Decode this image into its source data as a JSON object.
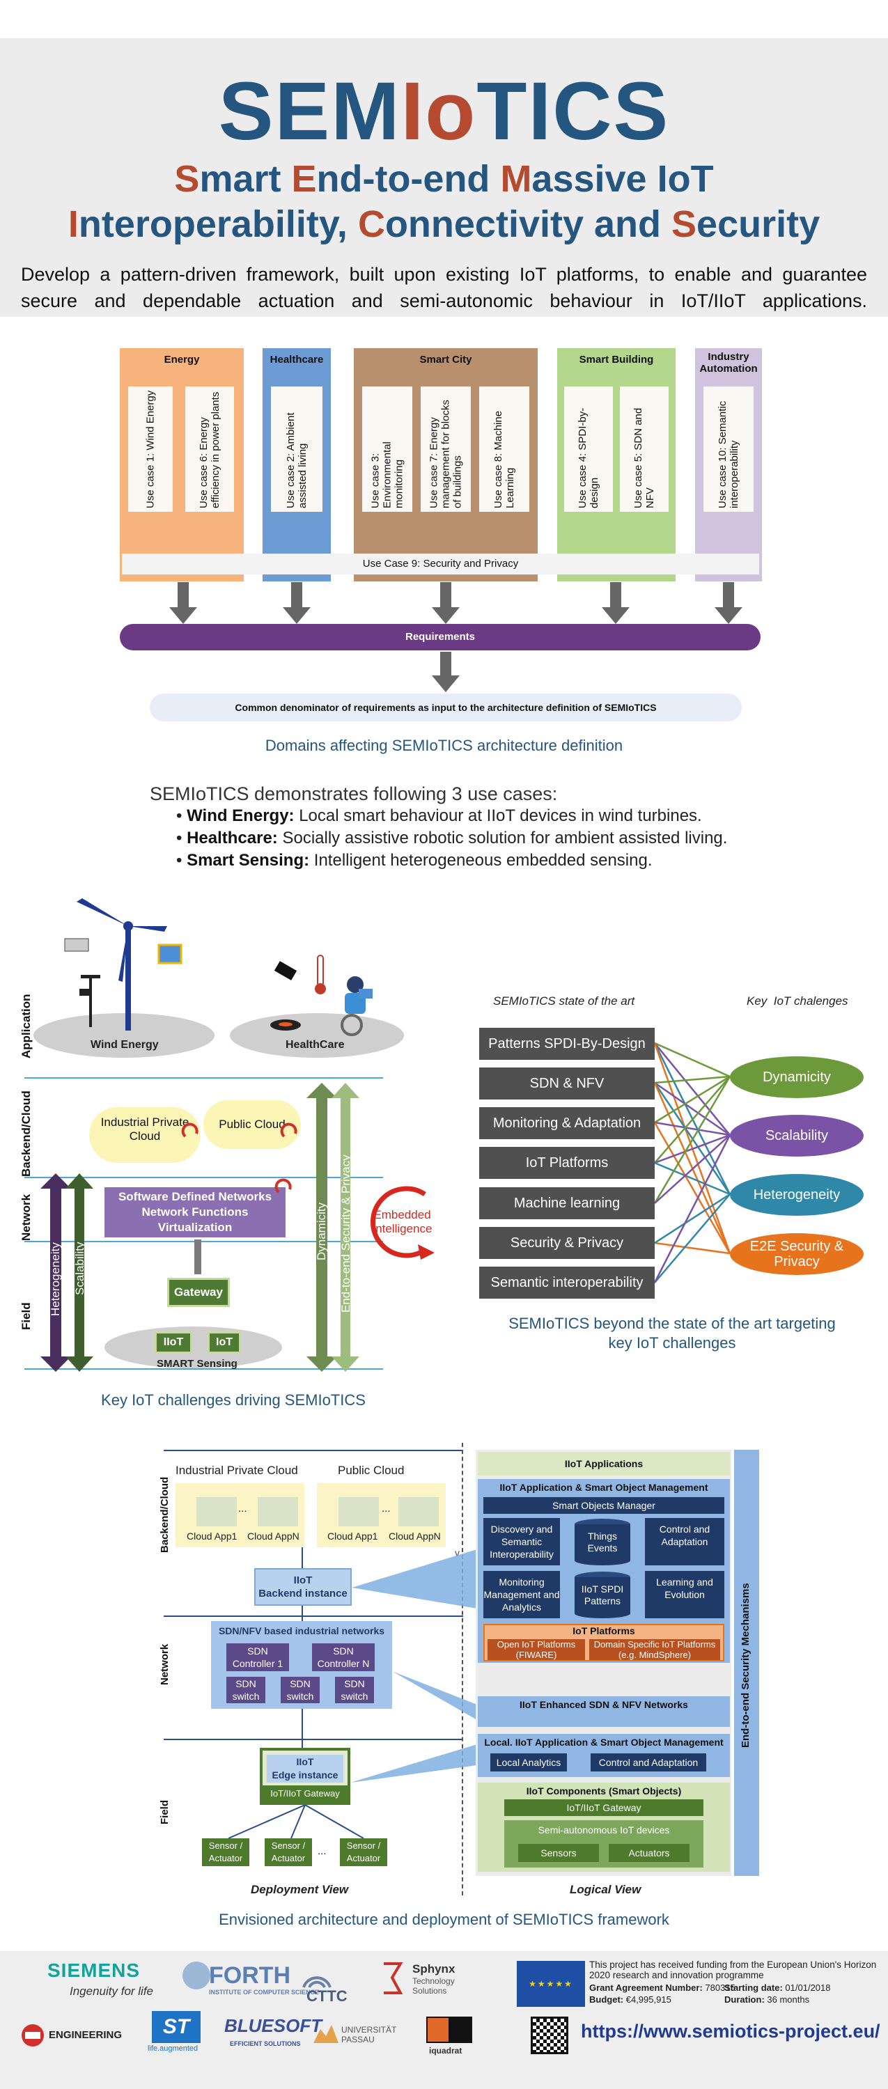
{
  "header": {
    "logo_left": "SEM",
    "logo_mid": "Io",
    "logo_right": "TICS",
    "title_line1": [
      {
        "text": "S",
        "accent": true
      },
      {
        "text": "mart ",
        "accent": false
      },
      {
        "text": "E",
        "accent": true
      },
      {
        "text": "nd-to-end ",
        "accent": false
      },
      {
        "text": "M",
        "accent": true
      },
      {
        "text": "assive ",
        "accent": false
      },
      {
        "text": "IoT",
        "accent": false
      }
    ],
    "title_line2": [
      {
        "text": "I",
        "accent": true
      },
      {
        "text": "nteroperability, ",
        "accent": false
      },
      {
        "text": "C",
        "accent": true
      },
      {
        "text": "onnectivity and ",
        "accent": false
      },
      {
        "text": "S",
        "accent": true
      },
      {
        "text": "ecurity",
        "accent": false
      }
    ],
    "intro": "Develop a pattern-driven framework, built upon existing IoT platforms, to enable and guarantee secure and dependable actuation and semi-autonomic behaviour in IoT/IIoT applications."
  },
  "colors": {
    "brand_blue": "#24567f",
    "brand_red": "#b44a2f",
    "energy": "#f6b37c",
    "healthcare": "#6d9bd3",
    "smart_city": "#b8906d",
    "smart_building": "#b3d88c",
    "industry": "#cfc3dd",
    "requirements": "#6a3a85"
  },
  "domains": [
    {
      "name": "Energy",
      "cases": [
        "Use case 1: Wind Energy",
        "Use case 6: Energy efficiency in power plants"
      ]
    },
    {
      "name": "Healthcare",
      "cases": [
        "Use case 2: Ambient assisted living"
      ]
    },
    {
      "name": "Smart City",
      "cases": [
        "Use case 3: Environmental monitoring",
        "Use case 7: Energy management for blocks of buildings",
        "Use case 8: Machine Learning"
      ]
    },
    {
      "name": "Smart Building",
      "cases": [
        "Use case 4: SPDI-by-design",
        "Use case 5: SDN and NFV"
      ]
    },
    {
      "name": "Industry Automation",
      "cases": [
        "Use case 10: Semantic interoperability"
      ]
    }
  ],
  "use_case_9": "Use Case 9: Security and Privacy",
  "requirements": "Requirements",
  "common_denominator": "Common denominator of requirements as input to the architecture definition of SEMIoTICS",
  "caption_domains": "Domains affecting SEMIoTICS architecture definition",
  "demo": {
    "intro": "SEMIoTICS demonstrates following 3 use cases:",
    "items": [
      {
        "bold": "Wind Energy:",
        "text": " Local smart behaviour at IIoT devices in wind turbines."
      },
      {
        "bold": "Healthcare:",
        "text": " Socially assistive robotic solution for ambient assisted living."
      },
      {
        "bold": "Smart Sensing:",
        "text": " Intelligent heterogeneous embedded sensing."
      }
    ]
  },
  "left_diagram": {
    "layers": [
      "Application",
      "Backend/Cloud",
      "Network",
      "Field"
    ],
    "wind_energy": "Wind Energy",
    "healthcare": "HealthCare",
    "industrial_cloud": "Industrial Private Cloud",
    "public_cloud": "Public Cloud",
    "sdn": "Software Defined Networks Network Functions Virtualization",
    "embedded": "Embedded Intelligence",
    "gateway": "Gateway",
    "iiot": "IIoT",
    "iot": "IoT",
    "smart_sensing": "SMART Sensing",
    "arrows": [
      "Heterogeneity",
      "Scalability",
      "Dynamicity",
      "End-to-end Security & Privacy"
    ],
    "caption": "Key IoT challenges driving SEMIoTICS"
  },
  "right_diagram": {
    "col1_title": "SEMIoTICS state of the art",
    "col2_title": "Key  IoT chalenges",
    "state_of_art": [
      "Patterns SPDI-By-Design",
      "SDN & NFV",
      "Monitoring & Adaptation",
      "IoT Platforms",
      "Machine learning",
      "Security & Privacy",
      "Semantic interoperability"
    ],
    "challenges": [
      {
        "name": "Dynamicity",
        "color": "#6c9a3a"
      },
      {
        "name": "Scalability",
        "color": "#7a52a6"
      },
      {
        "name": "Heterogeneity",
        "color": "#2f88a8"
      },
      {
        "name": "E2E Security & Privacy",
        "color": "#e8731d"
      }
    ],
    "caption_line1": "SEMIoTICS beyond the state of the art targeting",
    "caption_line2": "key IoT challenges"
  },
  "architecture": {
    "layers": [
      "Backend/Cloud",
      "Network",
      "Field"
    ],
    "industrial_private_cloud": "Industrial Private Cloud",
    "public_cloud": "Public Cloud",
    "cloud_app1": "Cloud App1",
    "cloud_appn": "Cloud AppN",
    "ellipsis": "...",
    "v_mark": "v",
    "iiot_backend_label": "IIoT",
    "iiot_backend": "Backend instance",
    "sdn_title": "SDN/NFV based industrial networks",
    "sdn_controller1": "SDN Controller 1",
    "sdn_controllern": "SDN Controller N",
    "sdn_switch": "SDN switch",
    "iiot_edge_label": "IIoT",
    "iiot_edge": "Edge instance",
    "gateway": "IoT/IIoT Gateway",
    "sensor": "Sensor / Actuator",
    "deployment_view": "Deployment View",
    "logical_view": "Logical View",
    "iiot_apps": "IIoT Applications",
    "app_mgmt": "IIoT Application & Smart Object Management",
    "smart_objects_manager": "Smart Objects Manager",
    "discovery": "Discovery and Semantic Interoperability",
    "things_events": "Things Events",
    "control_adapt": "Control and Adaptation",
    "monitoring": "Monitoring Management and Analytics",
    "spdi_patterns": "IIoT SPDI Patterns",
    "learning": "Learning and Evolution",
    "iot_platforms": "IoT Platforms",
    "fiware": "Open IoT Platforms (FIWARE)",
    "mindsphere": "Domain Specific IoT Platforms (e.g. MindSphere)",
    "enhanced_sdn": "IIoT Enhanced SDN & NFV Networks",
    "local_mgmt": "Local. IIoT Application & Smart Object Management",
    "local_analytics": "Local Analytics",
    "local_control": "Control and Adaptation",
    "components": "IIoT Components (Smart Objects)",
    "iot_gateway": "IoT/IIoT Gateway",
    "semi_auto": "Semi-autonomous IoT devices",
    "sensors": "Sensors",
    "actuators": "Actuators",
    "e2e": "End-to-end Security Mechanisms",
    "caption": "Envisioned architecture and deployment of SEMIoTICS framework"
  },
  "footer": {
    "siemens": "SIEMENS",
    "siemens_tag": "Ingenuity for life",
    "forth": "FORTH",
    "forth_sub": "INSTITUTE OF COMPUTER SCIENCE",
    "cttc": "CTTC",
    "sphynx": "Sphynx",
    "sphynx_sub": "Technology Solutions",
    "engineering": "ENGINEERING",
    "st": "ST",
    "st_sub": "life.augmented",
    "bluesoft": "BLUESOFT",
    "bluesoft_sub": "EFFICIENT SOLUTIONS",
    "passau": "UNIVERSITÄT PASSAU",
    "iquadrat": "iquadrat",
    "funding": "This project has received funding from the European Union's Horizon 2020 research and innovation programme",
    "grant_label": "Grant Agreement Number:",
    "grant": "780315",
    "budget_label": "Budget:",
    "budget": "€4,995,915",
    "start_label": "Starting date:",
    "start": "01/01/2018",
    "duration_label": "Duration:",
    "duration": "36 months",
    "url": "https://www.semiotics-project.eu/"
  }
}
